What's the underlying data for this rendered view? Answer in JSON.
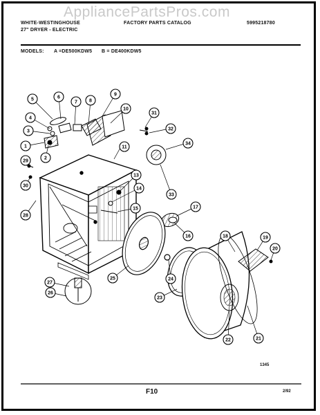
{
  "watermark": "AppliancePartsPros.com",
  "header": {
    "brand": "WHITE-WESTINGHOUSE",
    "product": "27\" DRYER - ELECTRIC",
    "catalog": "FACTORY PARTS CATALOG",
    "catalog_number": "5995218780"
  },
  "models": {
    "label": "MODELS:",
    "a": "A =DE500KDW5",
    "b": "B = DE400KDW5"
  },
  "callouts": {
    "c1": "1",
    "c2": "2",
    "c3": "3",
    "c4": "4",
    "c5": "5",
    "c6": "6",
    "c7": "7",
    "c8": "8",
    "c9": "9",
    "c10": "10",
    "c11": "11",
    "c13": "13",
    "c14": "14",
    "c15": "15",
    "c16": "16",
    "c17": "17",
    "c18": "18",
    "c19": "19",
    "c20": "20",
    "c21": "21",
    "c22": "22",
    "c23": "23",
    "c24": "24",
    "c25": "25",
    "c26": "26",
    "c27": "27",
    "c28": "28",
    "c29": "29",
    "c30": "30",
    "c31": "31",
    "c32": "32",
    "c33": "33",
    "c34": "34"
  },
  "footer": {
    "drawing_number": "1345",
    "page_code": "F10",
    "date": "2/92"
  }
}
